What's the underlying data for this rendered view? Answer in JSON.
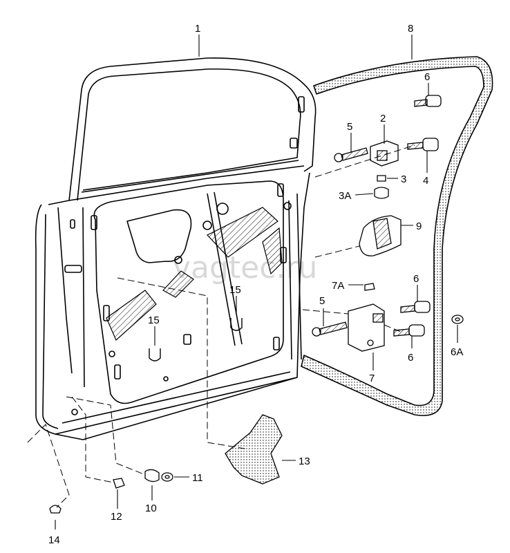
{
  "diagram": {
    "watermark": "vagtec.ru",
    "callouts": {
      "p1": "1",
      "p2": "2",
      "p3": "3",
      "p3a": "3A",
      "p4": "4",
      "p5a": "5",
      "p5b": "5",
      "p6a": "6",
      "p6b": "6",
      "p6c": "6",
      "p6d": "6A",
      "p7": "7",
      "p7a": "7A",
      "p8": "8",
      "p9": "9",
      "p10": "10",
      "p11": "11",
      "p12": "12",
      "p13": "13",
      "p14": "14",
      "p15a": "15",
      "p15b": "15"
    }
  }
}
